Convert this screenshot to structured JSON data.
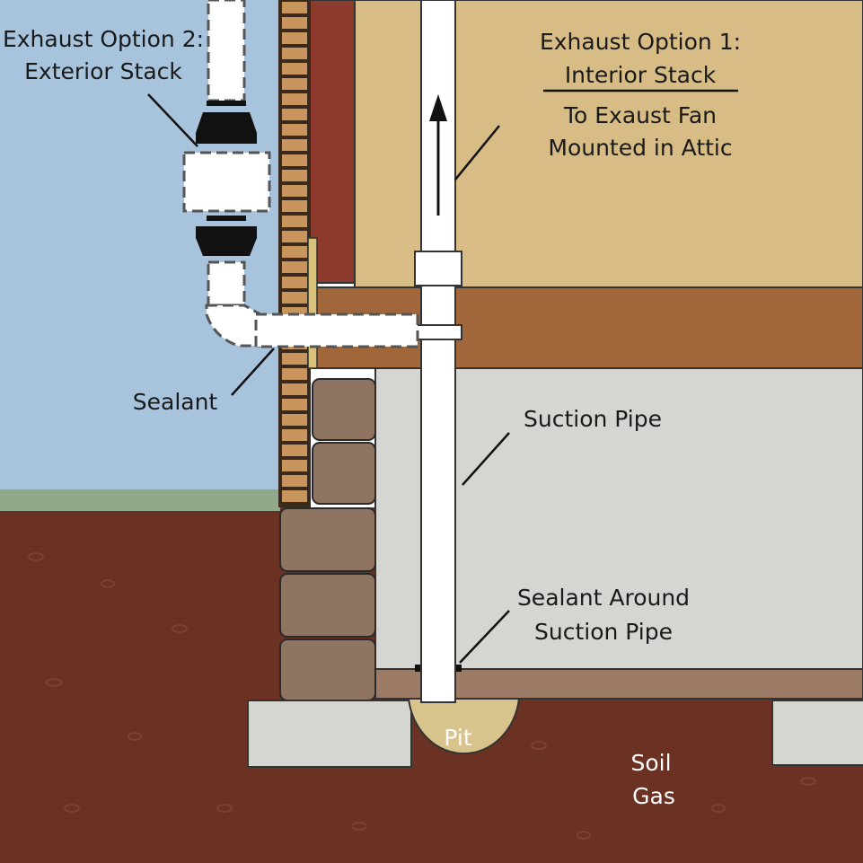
{
  "title": "Radon mitigation system diagram",
  "labels": {
    "exhaust_option_2_line1": "Exhaust Option 2:",
    "exhaust_option_2_line2": "Exterior Stack",
    "exhaust_option_1_line1": "Exhaust Option 1:",
    "exhaust_option_1_line2": "Interior Stack",
    "exhaust_option_1_line3": "To Exaust Fan",
    "exhaust_option_1_line4": "Mounted in Attic",
    "sealant": "Sealant",
    "suction_pipe": "Suction Pipe",
    "sealant_around_line1": "Sealant Around",
    "sealant_around_line2": "Suction Pipe",
    "pit": "Pit",
    "soil_gas_line1": "Soil",
    "soil_gas_line2": "Gas"
  },
  "colors": {
    "sky": "#a8c4dd",
    "grass": "#8fa98a",
    "soil": "#6b3122",
    "basement": "#d5d6d1",
    "slab": "#9c7c66",
    "interior_wall": "#d7bc86",
    "sheathing": "#8c3a2c",
    "joist": "#a2663b",
    "brick": "#c8955c",
    "block": "#8e7461",
    "footing": "#d6d6d0",
    "pit": "#d8c38d"
  }
}
